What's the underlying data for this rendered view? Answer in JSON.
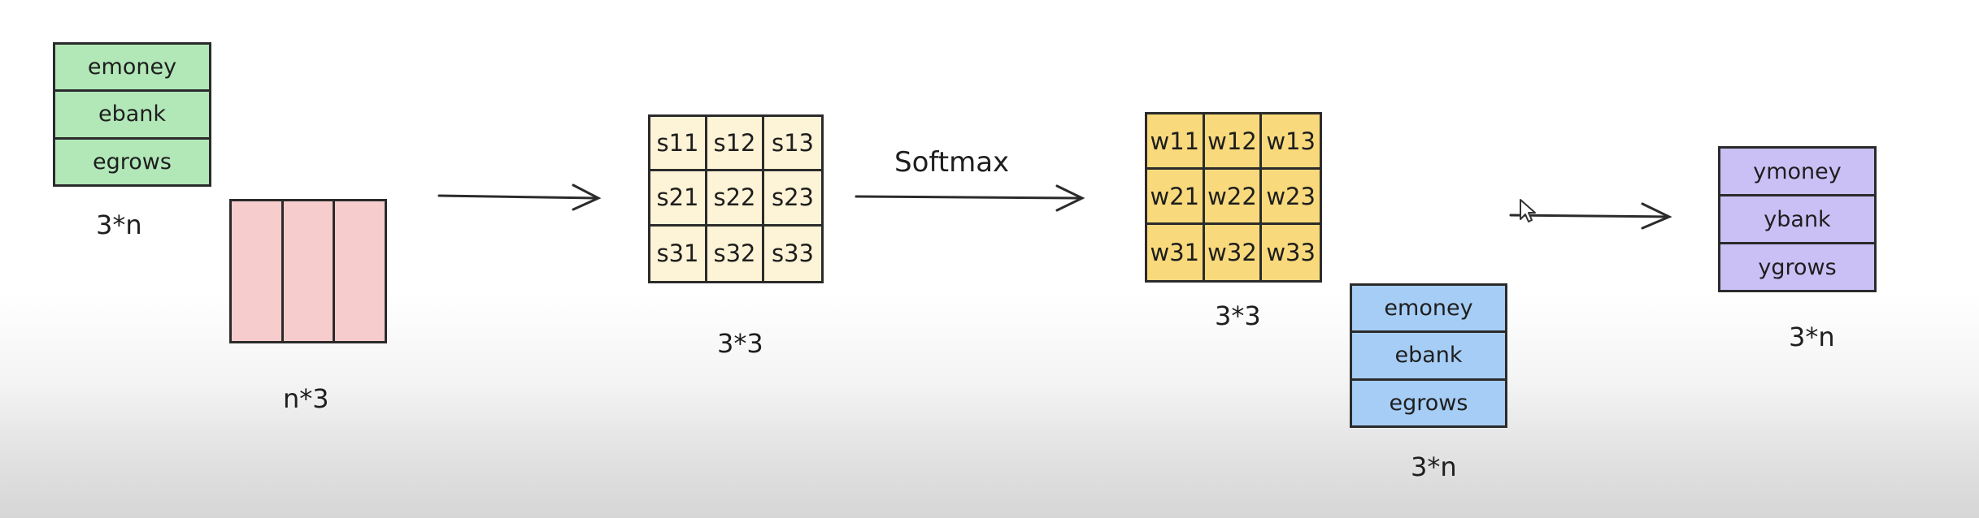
{
  "blocks": {
    "e_left": {
      "cells": [
        "emoney",
        "ebank",
        "egrows"
      ],
      "dim": "3*n"
    },
    "pink": {
      "dim": "n*3"
    },
    "scores": {
      "cells": [
        "s11",
        "s12",
        "s13",
        "s21",
        "s22",
        "s23",
        "s31",
        "s32",
        "s33"
      ],
      "dim": "3*3"
    },
    "weights": {
      "cells": [
        "w11",
        "w12",
        "w13",
        "w21",
        "w22",
        "w23",
        "w31",
        "w32",
        "w33"
      ],
      "dim": "3*3"
    },
    "e_right": {
      "cells": [
        "emoney",
        "ebank",
        "egrows"
      ],
      "dim": "3*n"
    },
    "output": {
      "cells": [
        "ymoney",
        "ybank",
        "ygrows"
      ],
      "dim": "3*n"
    }
  },
  "arrows": {
    "softmax_label": "Softmax"
  },
  "colors": {
    "green": "#b2e7b8",
    "pink": "#f6cccc",
    "cream": "#fdf3d6",
    "yellow": "#f8d97c",
    "blue": "#a6cdf5",
    "purple": "#cbc0f5",
    "stroke": "#2b2b2b"
  },
  "icons": [
    "arrow-right-icon",
    "mouse-cursor-icon"
  ]
}
